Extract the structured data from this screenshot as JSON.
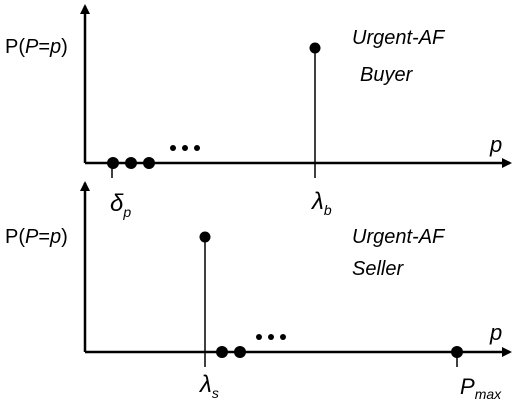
{
  "top_panel": {
    "y_label": {
      "prefix": "P(",
      "var": "P",
      "eq": "=",
      "val": "p",
      "suffix": ")"
    },
    "x_label": "p",
    "title_line1": "Urgent-AF",
    "title_line2": "Buyer",
    "tick_left": {
      "sym": "δ",
      "sub": "p"
    },
    "tick_right": {
      "sym": "λ",
      "sub": "b"
    }
  },
  "bottom_panel": {
    "y_label": {
      "prefix": "P(",
      "var": "P",
      "eq": "=",
      "val": "p",
      "suffix": ")"
    },
    "x_label": "p",
    "title_line1": "Urgent-AF",
    "title_line2": "Seller",
    "tick_left": {
      "sym": "λ",
      "sub": "s"
    },
    "tick_right": {
      "sym": "P",
      "sub": "max"
    }
  }
}
